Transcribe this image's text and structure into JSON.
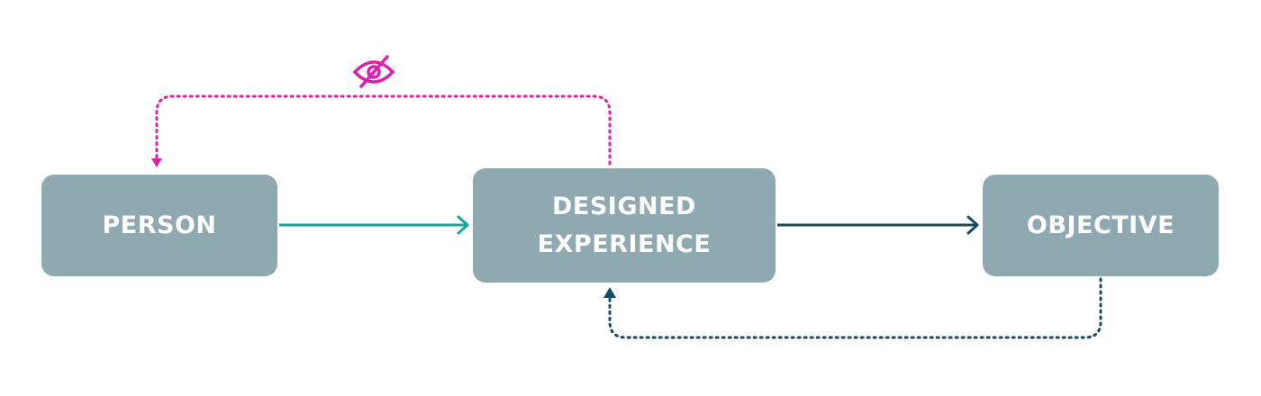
{
  "nodes": {
    "person": {
      "label": "PERSON"
    },
    "designed_experience": {
      "label_line1": "DESIGNED",
      "label_line2": "EXPERIENCE"
    },
    "objective": {
      "label": "OBJECTIVE"
    }
  },
  "colors": {
    "node_fill": "#8fa9b1",
    "node_text": "#ffffff",
    "arrow_teal": "#19a39a",
    "arrow_dark": "#174b5b",
    "hidden_feedback": "#d921ad"
  },
  "icons": {
    "hidden_feedback_icon": "eye-slash-icon"
  }
}
